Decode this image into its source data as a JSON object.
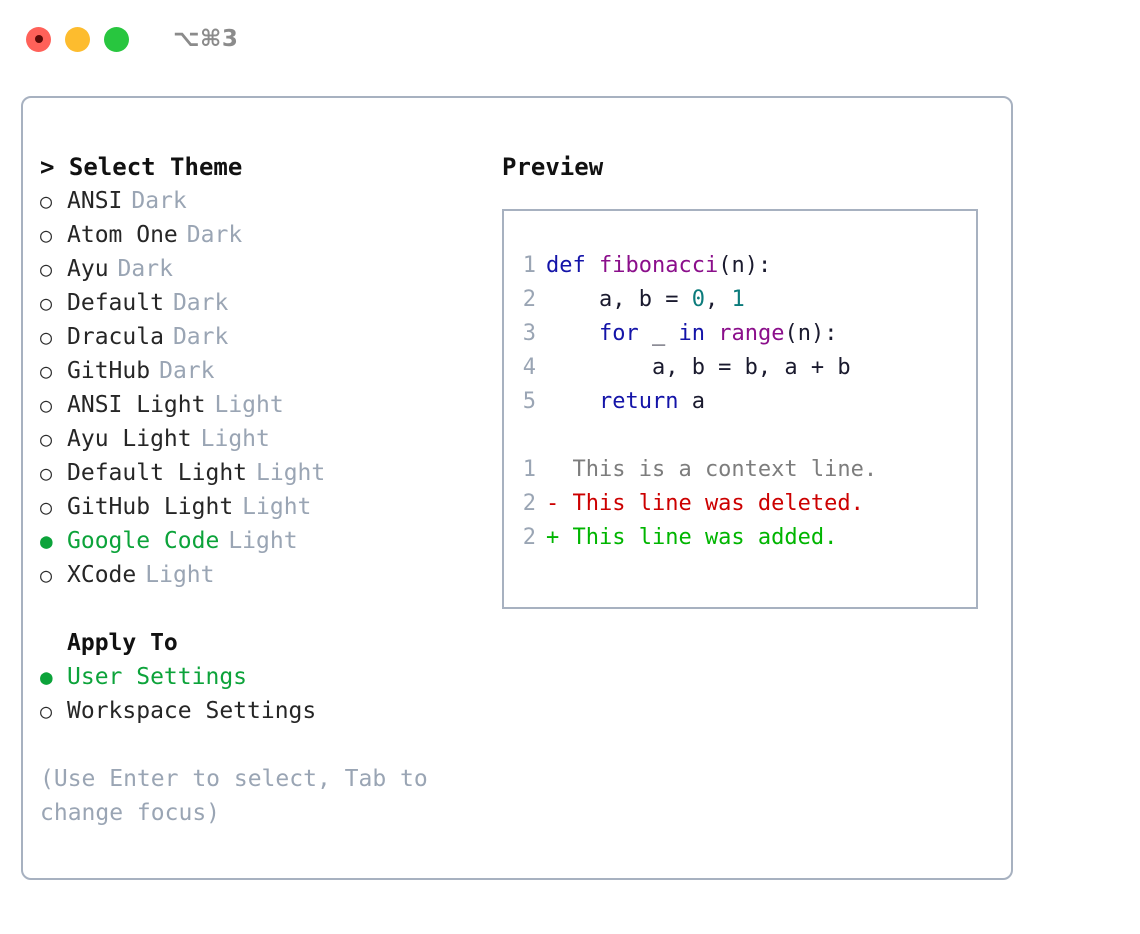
{
  "titlebar": {
    "shortcut": "⌥⌘3",
    "lights": [
      "close",
      "minimize",
      "maximize"
    ]
  },
  "left": {
    "heading": "> Select Theme",
    "themes": [
      {
        "marker": "○",
        "name": "ANSI",
        "variant": "Dark",
        "selected": false
      },
      {
        "marker": "○",
        "name": "Atom One",
        "variant": "Dark",
        "selected": false
      },
      {
        "marker": "○",
        "name": "Ayu",
        "variant": "Dark",
        "selected": false
      },
      {
        "marker": "○",
        "name": "Default",
        "variant": "Dark",
        "selected": false
      },
      {
        "marker": "○",
        "name": "Dracula",
        "variant": "Dark",
        "selected": false
      },
      {
        "marker": "○",
        "name": "GitHub",
        "variant": "Dark",
        "selected": false
      },
      {
        "marker": "○",
        "name": "ANSI Light",
        "variant": "Light",
        "selected": false
      },
      {
        "marker": "○",
        "name": "Ayu Light",
        "variant": "Light",
        "selected": false
      },
      {
        "marker": "○",
        "name": "Default Light",
        "variant": "Light",
        "selected": false
      },
      {
        "marker": "○",
        "name": "GitHub Light",
        "variant": "Light",
        "selected": false
      },
      {
        "marker": "●",
        "name": "Google Code",
        "variant": "Light",
        "selected": true
      },
      {
        "marker": "○",
        "name": "XCode",
        "variant": "Light",
        "selected": false
      }
    ],
    "apply_to": {
      "heading": "Apply To",
      "options": [
        {
          "marker": "●",
          "name": "User Settings",
          "selected": true
        },
        {
          "marker": "○",
          "name": "Workspace Settings",
          "selected": false
        }
      ]
    },
    "hint": "(Use Enter to select, Tab to change focus)"
  },
  "preview": {
    "title": "Preview",
    "code_lines": [
      {
        "no": "1",
        "tokens": [
          {
            "t": "def ",
            "c": "kw"
          },
          {
            "t": "fibonacci",
            "c": "fn"
          },
          {
            "t": "(n):",
            "c": "pln"
          }
        ]
      },
      {
        "no": "2",
        "tokens": [
          {
            "t": "    a, b = ",
            "c": "pln"
          },
          {
            "t": "0",
            "c": "num"
          },
          {
            "t": ", ",
            "c": "pln"
          },
          {
            "t": "1",
            "c": "num"
          }
        ]
      },
      {
        "no": "3",
        "tokens": [
          {
            "t": "    ",
            "c": "pln"
          },
          {
            "t": "for",
            "c": "kw"
          },
          {
            "t": " _ ",
            "c": "pln"
          },
          {
            "t": "in",
            "c": "kw"
          },
          {
            "t": " ",
            "c": "pln"
          },
          {
            "t": "range",
            "c": "fn"
          },
          {
            "t": "(n):",
            "c": "pln"
          }
        ]
      },
      {
        "no": "4",
        "tokens": [
          {
            "t": "        a, b = b, a + b",
            "c": "pln"
          }
        ]
      },
      {
        "no": "5",
        "tokens": [
          {
            "t": "    ",
            "c": "pln"
          },
          {
            "t": "return",
            "c": "kw"
          },
          {
            "t": " a",
            "c": "pln"
          }
        ]
      }
    ],
    "diff_lines": [
      {
        "no": "1",
        "tokens": [
          {
            "t": "  This is a context line.",
            "c": "ctx"
          }
        ]
      },
      {
        "no": "2",
        "tokens": [
          {
            "t": "- This line was deleted.",
            "c": "del"
          }
        ]
      },
      {
        "no": "2",
        "tokens": [
          {
            "t": "+ This line was added.",
            "c": "add"
          }
        ]
      }
    ]
  },
  "colors": {
    "accent_green": "#0ca33a",
    "muted": "#9aa5b4",
    "border": "#a7b1c0",
    "keyword": "#1414a8",
    "function": "#8b0f8b",
    "number": "#0b7b7b",
    "diff_deleted": "#cc0000",
    "diff_added": "#00b500",
    "traffic_close": "#ff6159",
    "traffic_minimize": "#fdbc2e",
    "traffic_maximize": "#28c63f"
  }
}
